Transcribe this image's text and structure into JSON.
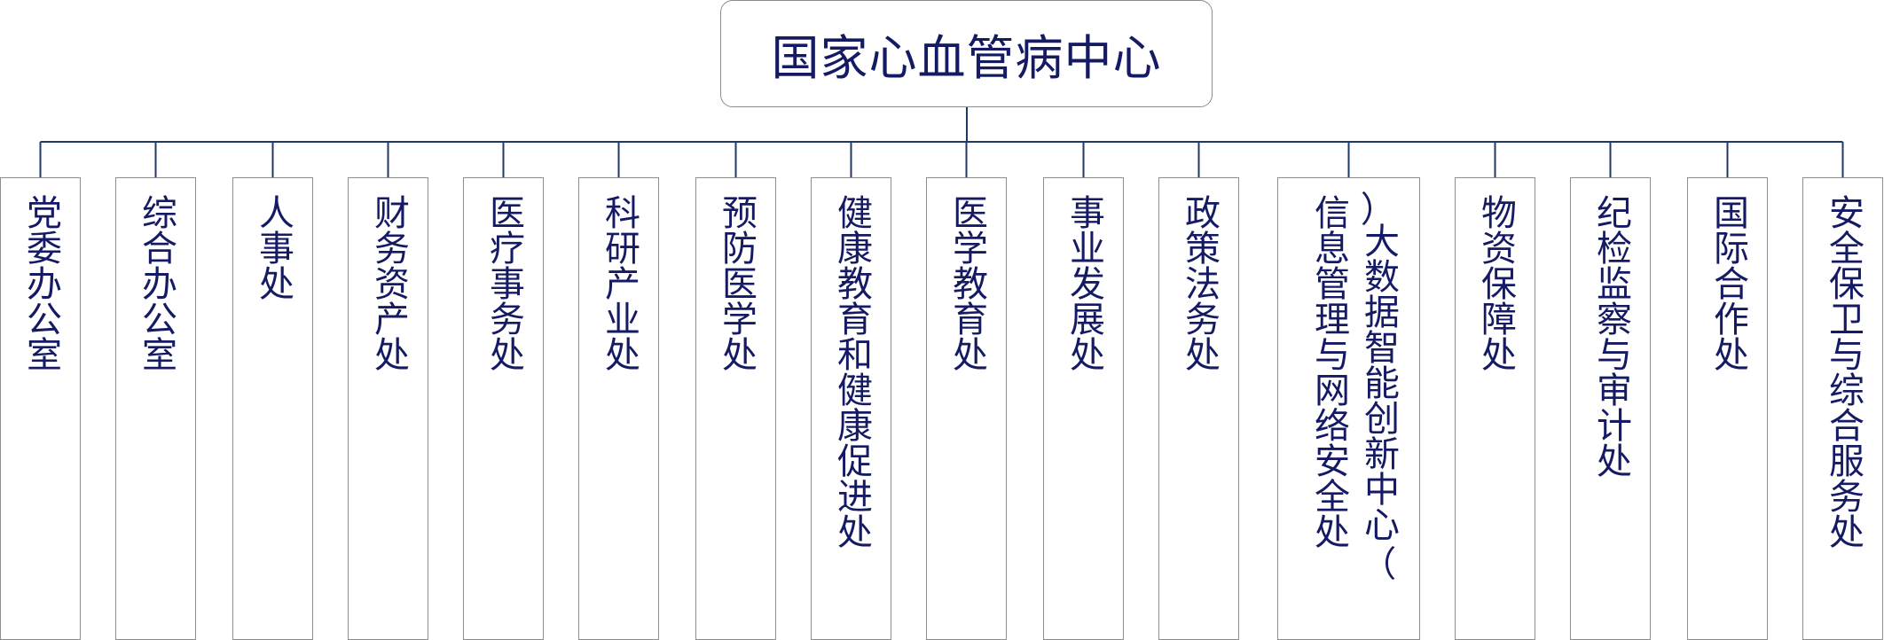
{
  "root": {
    "title": "国家心血管病中心"
  },
  "departments": [
    {
      "name": "党委办公室"
    },
    {
      "name": "综合办公室"
    },
    {
      "name": "人事处"
    },
    {
      "name": "财务资产处"
    },
    {
      "name": "医疗事务处"
    },
    {
      "name": "科研产业处"
    },
    {
      "name": "预防医学处"
    },
    {
      "name": "健康教育和健康促进处"
    },
    {
      "name": "医学教育处"
    },
    {
      "name": "事业发展处"
    },
    {
      "name": "政策法务处"
    },
    {
      "name": "信息管理与网络安全处（大数据智能创新中心）",
      "col1": "信息管理与网络安全处",
      "col2_open": "（",
      "col2": "大数据智能创新中心",
      "col2_close": "）"
    },
    {
      "name": "物资保障处"
    },
    {
      "name": "纪检监察与审计处"
    },
    {
      "name": "国际合作处"
    },
    {
      "name": "安全保卫与综合服务处"
    }
  ],
  "colors": {
    "text": "#141a63",
    "connector": "#1f3a68",
    "border": "#8c8c8c"
  }
}
